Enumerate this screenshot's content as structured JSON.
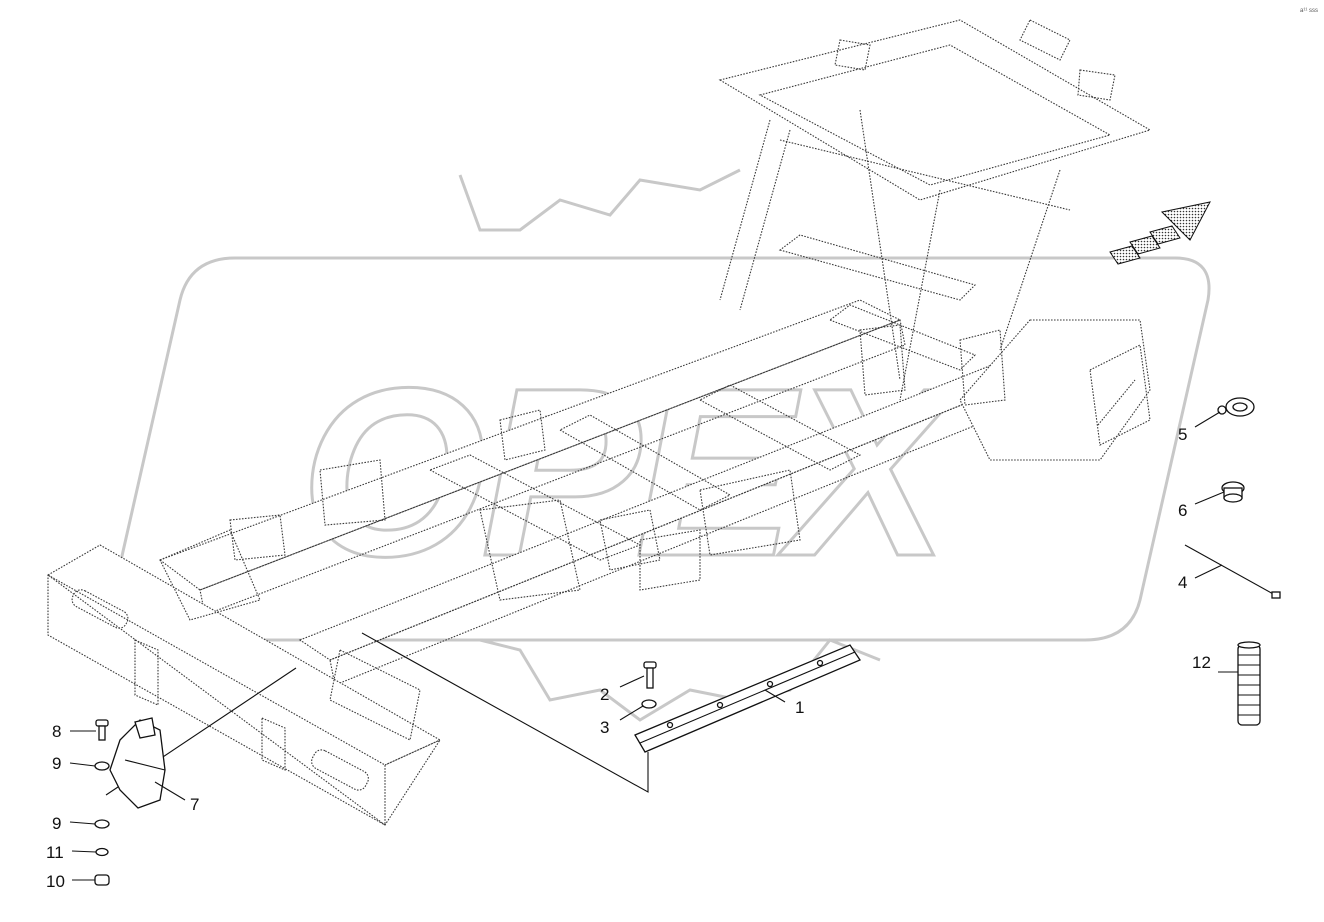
{
  "corner_code": "a¹¹ sss",
  "watermark_text": "OPEX",
  "callouts": [
    {
      "id": "1",
      "text": "1"
    },
    {
      "id": "2",
      "text": "2"
    },
    {
      "id": "3",
      "text": "3"
    },
    {
      "id": "4",
      "text": "4"
    },
    {
      "id": "5",
      "text": "5"
    },
    {
      "id": "6",
      "text": "6"
    },
    {
      "id": "7",
      "text": "7"
    },
    {
      "id": "8",
      "text": "8"
    },
    {
      "id": "9a",
      "text": "9"
    },
    {
      "id": "9b",
      "text": "9"
    },
    {
      "id": "10",
      "text": "10"
    },
    {
      "id": "11",
      "text": "11"
    },
    {
      "id": "12",
      "text": "12"
    }
  ],
  "colors": {
    "line": "#111111",
    "frame_line": "#3a3a3a",
    "watermark": "#c8c8c8",
    "background": "#ffffff"
  }
}
